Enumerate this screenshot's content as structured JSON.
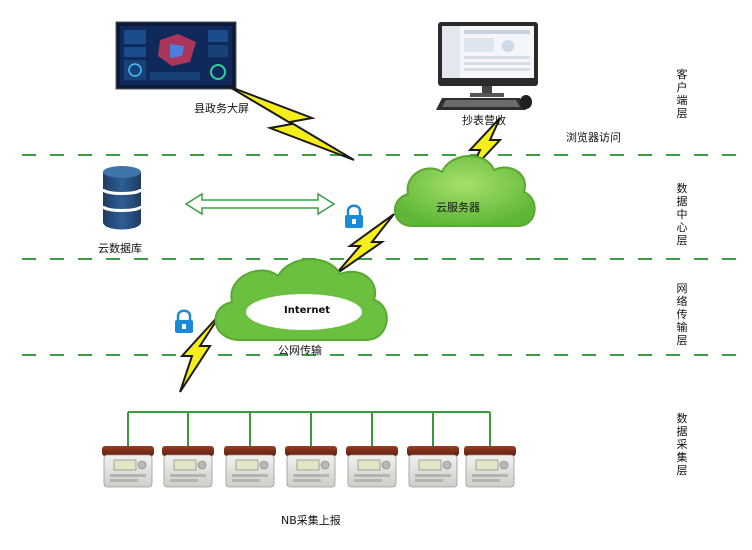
{
  "layers": [
    "客户端层",
    "数据中心层",
    "网络传输层",
    "数据采集层"
  ],
  "nodes": {
    "county_screen": "县政务大屏",
    "meter_billing": "抄表营收",
    "browser_access": "浏览器访问",
    "cloud_server": "云服务器",
    "cloud_database": "云数据库",
    "internet": "Internet",
    "public_network": "公网传输",
    "nb_upload": "NB采集上报"
  },
  "colors": {
    "dash": "#3aa041",
    "cloud": "#6cc040",
    "bolt": "#f6ee1a",
    "tree": "#3b9a3b",
    "lock": "#1b8ad8"
  },
  "meter_count": 7
}
